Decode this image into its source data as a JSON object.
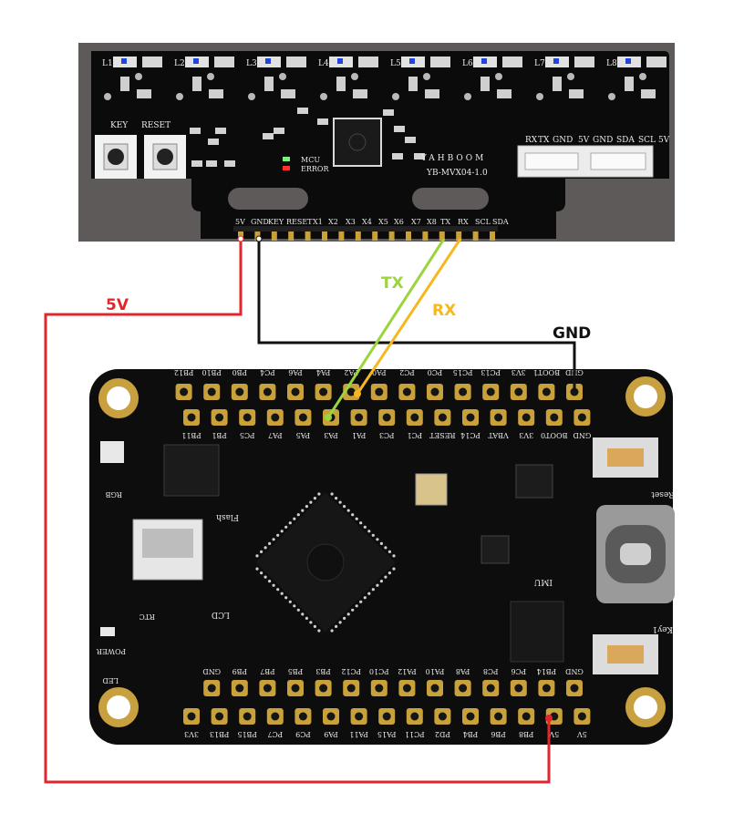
{
  "sensor_board": {
    "brand": "YAHBOOM",
    "model": "YB-MVX04-1.0",
    "key_label": "KEY",
    "reset_label": "RESET",
    "mcu_led_label": "MCU",
    "error_led_label": "ERROR",
    "led_labels": [
      "L1",
      "L2",
      "L3",
      "L4",
      "L5",
      "L6",
      "L7",
      "L8"
    ],
    "connector_labels": [
      "RX",
      "TX",
      "GND",
      "5V",
      "GND",
      "SDA",
      "SCL",
      "5V"
    ],
    "header_pins": [
      "5V",
      "GND",
      "KEY",
      "RESET",
      "X1",
      "X2",
      "X3",
      "X4",
      "X5",
      "X6",
      "X7",
      "X8",
      "TX",
      "RX",
      "SCL",
      "SDA"
    ],
    "colors": {
      "board": "#0b0b0b",
      "background": "#5e5a5a"
    }
  },
  "mcu_board": {
    "top_row_1": [
      "GND",
      "BOOT1",
      "3V3",
      "PC13",
      "PC15",
      "PC0",
      "PC2",
      "PA0",
      "PA2",
      "PA4",
      "PA6",
      "PC4",
      "PB0",
      "PB10",
      "PB12"
    ],
    "top_row_2": [
      "PB11",
      "PB1",
      "PC5",
      "PA7",
      "PA5",
      "PA3",
      "PA1",
      "PC3",
      "PC1",
      "RESET",
      "PC14",
      "VBAT",
      "3V3",
      "BOOT0",
      "GND"
    ],
    "bottom_row_1": [
      "GND",
      "PB14",
      "PC6",
      "PC8",
      "PA8",
      "PA10",
      "PA12",
      "PC10",
      "PC12",
      "PB3",
      "PB5",
      "PB7",
      "PB9",
      "GND"
    ],
    "bottom_row_2": [
      "3V3",
      "PB13",
      "PB15",
      "PC7",
      "PC9",
      "PA9",
      "PA11",
      "PA15",
      "PC11",
      "PD2",
      "PB4",
      "PB6",
      "PB8",
      "5V",
      "5V"
    ],
    "labels": {
      "flash": "Flash",
      "rgb": "RGB",
      "lcd": "LCD",
      "power": "POWER",
      "led": "LED",
      "imu": "IMU",
      "reset": "Reset",
      "key1": "Key1",
      "rtc": "RTC"
    },
    "colors": {
      "board": "#0d0d0d",
      "pad": "#c9a13a"
    }
  },
  "wires": [
    {
      "label": "5V",
      "color": "#e1262c"
    },
    {
      "label": "GND",
      "color": "#111111"
    },
    {
      "label": "TX",
      "color": "#9bd43c"
    },
    {
      "label": "RX",
      "color": "#f6b81e"
    }
  ]
}
